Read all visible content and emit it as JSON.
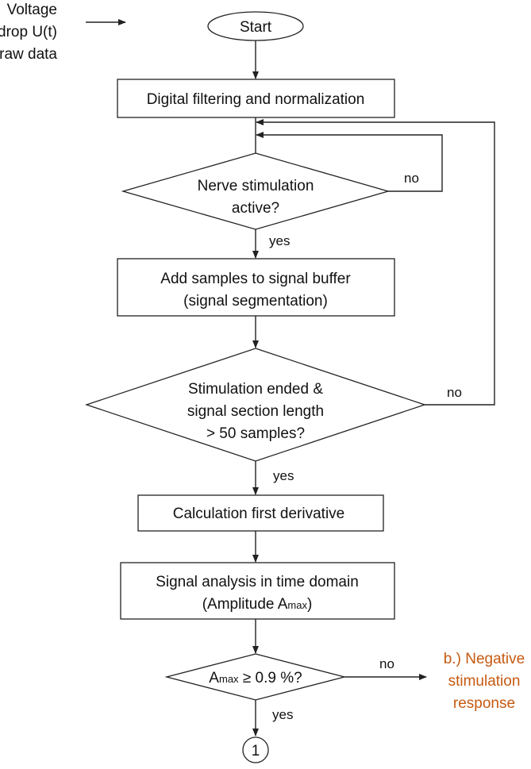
{
  "input_label": [
    "Voltage",
    "drop U(t)",
    "raw data"
  ],
  "start": "Start",
  "step_filter": "Digital filtering and normalization",
  "decision_stim": [
    "Nerve stimulation",
    "active?"
  ],
  "step_buffer": [
    "Add samples to signal buffer",
    "(signal segmentation)"
  ],
  "decision_ended": [
    "Stimulation ended &",
    "signal section length",
    "> 50 samples?"
  ],
  "step_derivative": "Calculation first derivative",
  "step_analysis": {
    "line1": "Signal analysis in time domain",
    "line2_prefix": "(Amplitude A",
    "line2_sub": "max",
    "line2_suffix": ")"
  },
  "decision_amax": {
    "prefix": "A",
    "sub": "max",
    "suffix": " ≥ 0.9 %?"
  },
  "negative_result": [
    "b.) Negative",
    "stimulation",
    "response"
  ],
  "connector": "1",
  "labels": {
    "yes": "yes",
    "no": "no"
  },
  "colors": {
    "outcome": "#c55a11",
    "stroke": "#222222"
  }
}
